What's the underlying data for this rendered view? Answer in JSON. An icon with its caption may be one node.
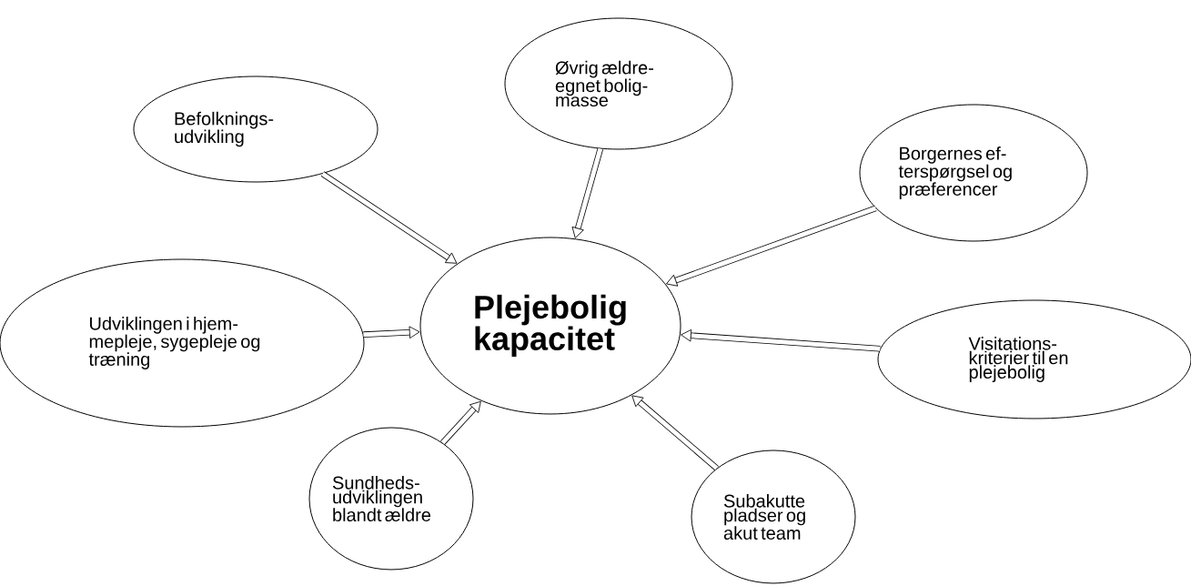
{
  "diagram": {
    "nodes": [
      {
        "text": [
          "Plejebolig kapacitet"
        ]
      },
      {
        "text": [
          "Befolknings- udvikling"
        ]
      },
      {
        "text": [
          "Øvrig ældre- egnet bolig- masse"
        ]
      },
      {
        "text": [
          "Borgernes ef- terspørgsel og præferencer"
        ]
      },
      {
        "text": [
          "Udviklingen i hjem- mepleje, sygepleje og træning"
        ]
      },
      {
        "text": [
          "Visitations- kriterier til en plejebolig"
        ]
      },
      {
        "text": [
          "Sundheds- udviklingen blandt ældre"
        ]
      },
      {
        "text": [
          "Subakutte pladser og akut team"
        ]
      }
    ],
    "edges": [
      {
        "from": 1,
        "to": 0,
        "arrow": "to"
      },
      {
        "from": 2,
        "to": 0,
        "arrow": "to"
      },
      {
        "from": 3,
        "to": 0,
        "arrow": "to"
      },
      {
        "from": 4,
        "to": 0,
        "arrow": "to"
      },
      {
        "from": 5,
        "to": 0,
        "arrow": "to"
      },
      {
        "from": 6,
        "to": 0,
        "arrow": "to"
      },
      {
        "from": 7,
        "to": 0,
        "arrow": "to"
      }
    ]
  }
}
